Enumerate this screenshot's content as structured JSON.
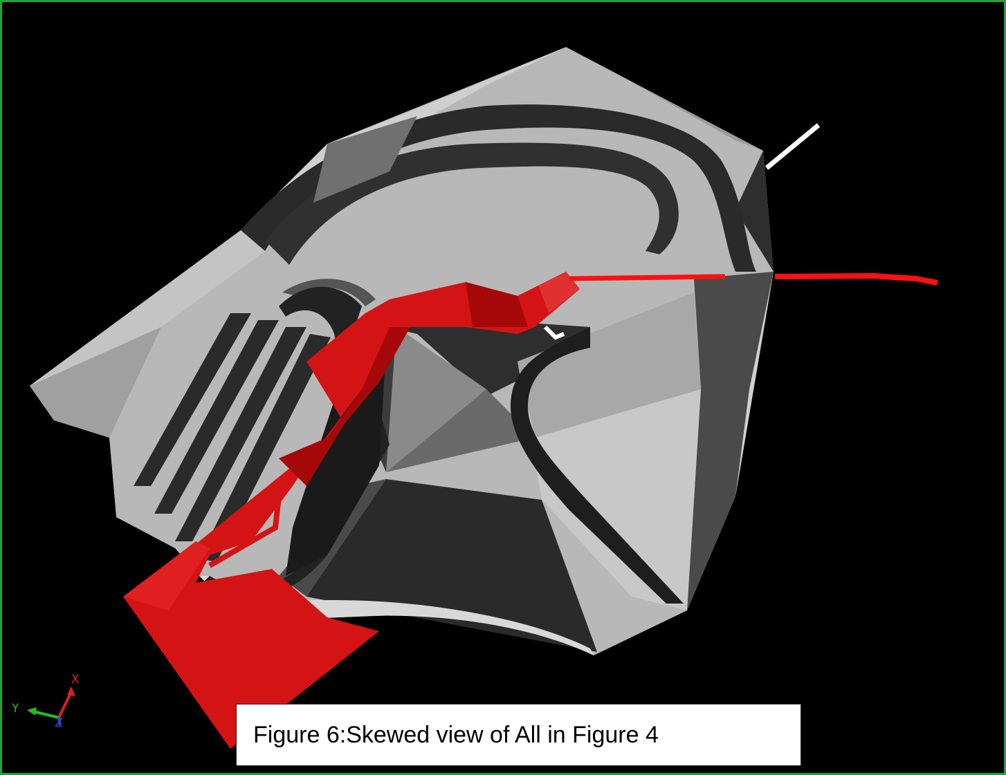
{
  "viewport": {
    "background": "#000000",
    "border_color": "#22a33a"
  },
  "model": {
    "surface_colors": [
      "#b8b8b8",
      "#d4d4d4",
      "#8a8a8a",
      "#3a3a3a",
      "#262626"
    ],
    "route_color": "#d41414",
    "route_dark_color": "#a50808",
    "highlight_color": "#ffffff"
  },
  "axes_triad": {
    "x_label": "X",
    "y_label": "Y",
    "z_label": "Z",
    "x_color": "#e02020",
    "y_color": "#20c020",
    "z_color": "#3040e0"
  },
  "caption": {
    "figure_label": "Figure 6:",
    "text": "Skewed view of All in Figure 4"
  }
}
